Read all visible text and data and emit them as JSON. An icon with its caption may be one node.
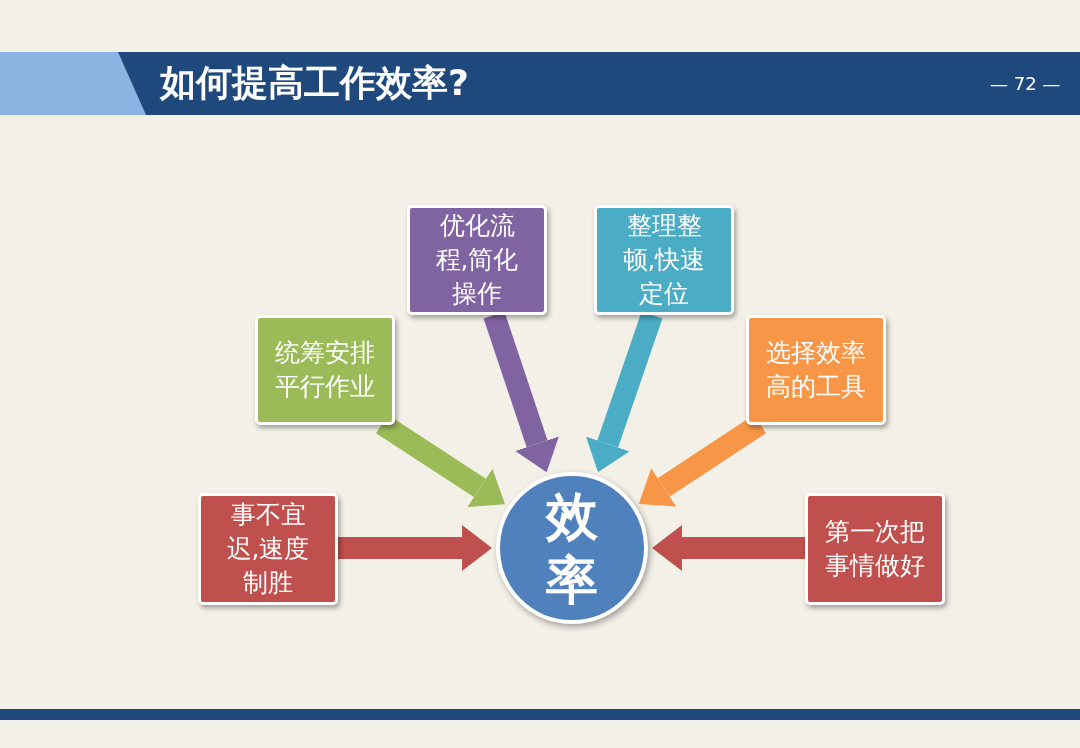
{
  "diagram": {
    "title": "如何提高工作效率?",
    "nodes": [
      {
        "text": [
          "效率"
        ]
      },
      {
        "text": [
          "事不宜迟,速度制胜"
        ]
      },
      {
        "text": [
          "统筹安排平行作业"
        ]
      },
      {
        "text": [
          "优化流程,简化操作"
        ]
      },
      {
        "text": [
          "整理整顿,快速定位"
        ]
      },
      {
        "text": [
          "选择效率高的工具"
        ]
      },
      {
        "text": [
          "第一次把事情做好"
        ]
      }
    ],
    "edges": [
      {
        "from": 1,
        "to": 0,
        "arrow": "to"
      },
      {
        "from": 2,
        "to": 0,
        "arrow": "to",
        "color": "#9bbb59"
      },
      {
        "from": 3,
        "to": 0,
        "arrow": "to",
        "color": "#8064a2"
      },
      {
        "from": 4,
        "to": 0,
        "arrow": "to",
        "color": "#4bacc6"
      },
      {
        "from": 5,
        "to": 0,
        "arrow": "to",
        "color": "#f79646"
      },
      {
        "from": 6,
        "to": 0,
        "arrow": "to"
      }
    ],
    "labels": [
      "— 72 —"
    ]
  }
}
